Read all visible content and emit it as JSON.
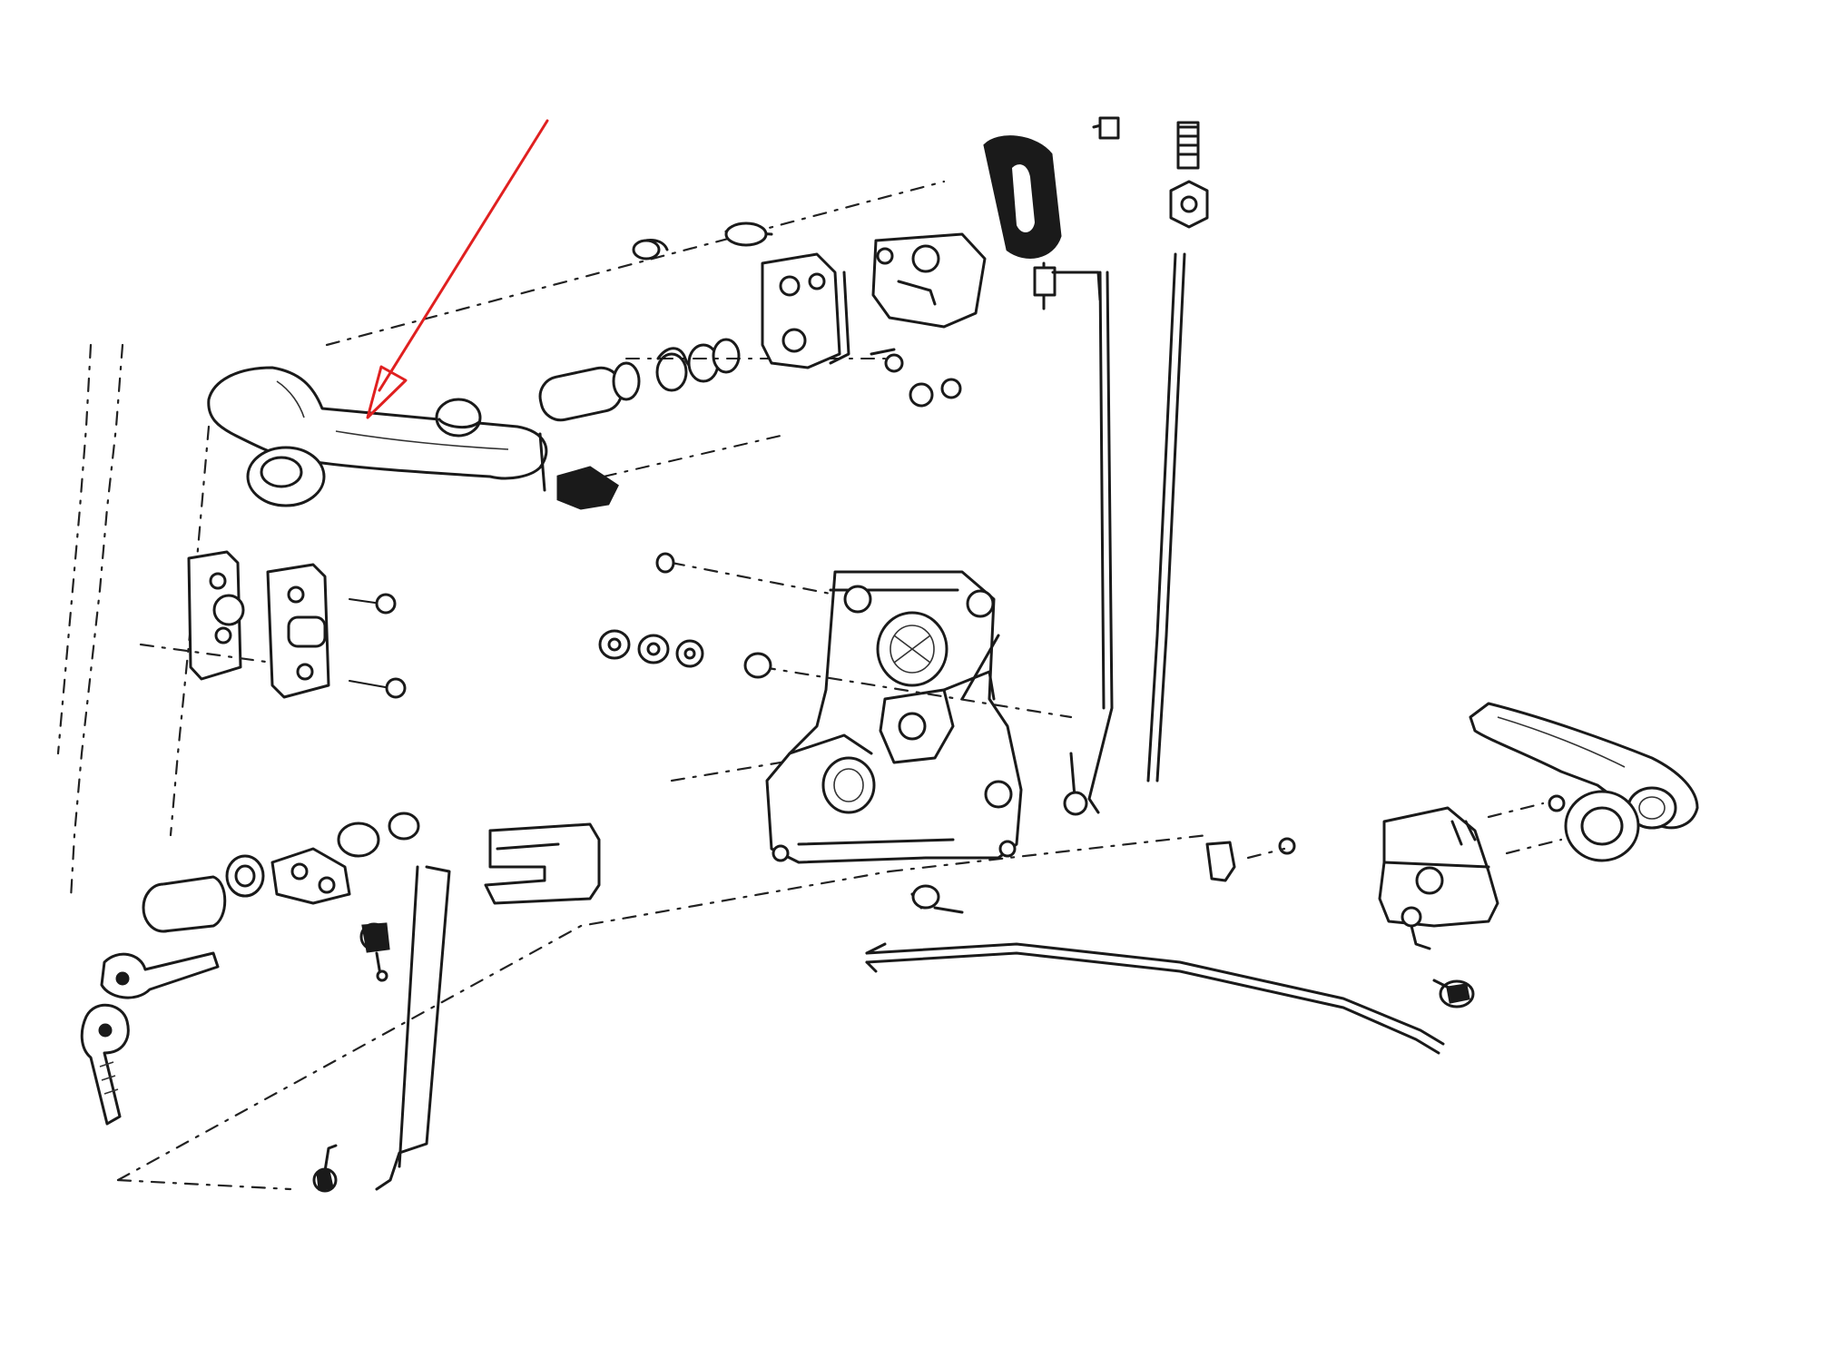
{
  "diagram": {
    "type": "exploded-view line drawing",
    "style": "black ink on white",
    "highlight_color": "#e02020",
    "ink_color": "#1a1a1a",
    "background_color": "#ffffff",
    "parts": [
      "outside-door-handle",
      "handle-push-button",
      "handle-button-spring",
      "handle-pad",
      "handle-mounting-plates",
      "upper-latch-bracket",
      "striker-plate",
      "lock-knob-grommet",
      "lock-knob-bolt",
      "door-latch-assembly",
      "lock-cylinder",
      "door-keys",
      "lock-retainer-clip",
      "latch-rod-lower",
      "inside-handle",
      "inside-handle-escutcheon",
      "remote-control-mechanism",
      "remote-control-rod"
    ],
    "callout": {
      "points_to": "outside-door-handle"
    }
  }
}
